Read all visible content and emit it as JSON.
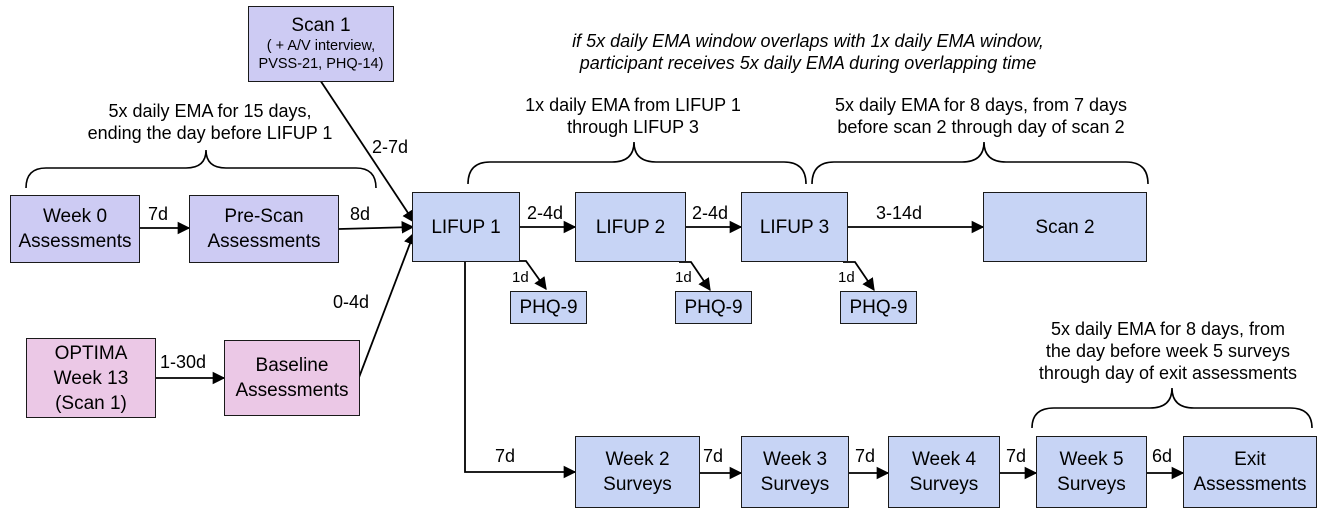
{
  "nodes": {
    "scan1_title": "Scan 1",
    "scan1_sub": "( + A/V interview,\nPVSS-21, PHQ-14)",
    "week0": "Week 0\nAssessments",
    "prescan": "Pre-Scan\nAssessments",
    "optima": "OPTIMA\nWeek 13\n(Scan 1)",
    "baseline": "Baseline\nAssessments",
    "lifup1": "LIFUP 1",
    "lifup2": "LIFUP 2",
    "lifup3": "LIFUP 3",
    "scan2": "Scan 2",
    "phq9_a": "PHQ-9",
    "phq9_b": "PHQ-9",
    "phq9_c": "PHQ-9",
    "week2": "Week 2\nSurveys",
    "week3": "Week 3\nSurveys",
    "week4": "Week 4\nSurveys",
    "week5": "Week 5\nSurveys",
    "exit": "Exit\nAssessments"
  },
  "edges": {
    "w0_prescan": "7d",
    "prescan_lifup1": "8d",
    "scan1_lifup1": "2-7d",
    "baseline_lifup1": "0-4d",
    "optima_baseline": "1-30d",
    "lifup1_lifup2": "2-4d",
    "lifup2_lifup3": "2-4d",
    "lifup3_scan2": "3-14d",
    "phq_a": "1d",
    "phq_b": "1d",
    "phq_c": "1d",
    "lifup1_week2": "7d",
    "week2_week3": "7d",
    "week3_week4": "7d",
    "week4_week5": "7d",
    "week5_exit": "6d"
  },
  "notes": {
    "ema_15": "5x daily EMA for 15 days,\nending the day before LIFUP 1",
    "overlap": "if 5x daily EMA window overlaps with 1x daily EMA window,\nparticipant receives 5x daily EMA during overlapping time",
    "ema_1x": "1x daily EMA from LIFUP 1\nthrough LIFUP 3",
    "ema_8_scan2": "5x daily EMA for 8 days, from 7 days\nbefore scan 2 through day of scan 2",
    "ema_8_exit": "5x daily EMA for 8 days, from\nthe day before week 5 surveys\nthrough day of exit assessments"
  },
  "colors": {
    "purple": "#cdcbf3",
    "blue": "#c7d4f5",
    "pink": "#ebc8e6"
  }
}
